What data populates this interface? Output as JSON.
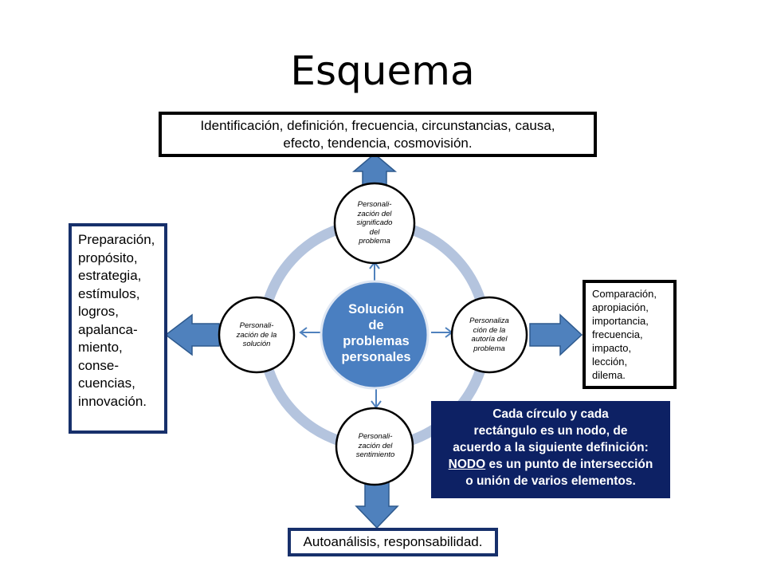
{
  "title": "Esquema",
  "center": {
    "line1": "Solución",
    "line2": "de",
    "line3": "problemas",
    "line4": "personales"
  },
  "circles": {
    "top": [
      "Personali-",
      "zación del",
      "significado",
      "del",
      "problema"
    ],
    "left": [
      "Personali-",
      "zación de la",
      "solución"
    ],
    "right": [
      "Personaliza",
      "ción de la",
      "autoría del",
      "problema"
    ],
    "bottom": [
      "Personali-",
      "zación del",
      "sentimiento"
    ]
  },
  "boxes": {
    "top": [
      "Identificación, definición,  frecuencia, circunstancias, causa,",
      "efecto, tendencia, cosmovisión."
    ],
    "left": [
      "Preparación,",
      "propósito,",
      "estrategia,",
      "estímulos,",
      "logros,",
      "apalanca-",
      "miento,",
      "conse-",
      "cuencias,",
      "innovación."
    ],
    "right": [
      "Comparación,",
      "apropiación,",
      "importancia,",
      "frecuencia,",
      "impacto,",
      "lección,",
      "dilema."
    ],
    "bottom": "Autoanálisis, responsabilidad."
  },
  "note": {
    "line1": "Cada círculo y cada",
    "line2": "rectángulo es un nodo,  de",
    "line3": "acuerdo a la siguiente definición:",
    "line4_term": "NODO",
    "line4_rest": " es un punto de intersección",
    "line5": "o unión de varios elementos."
  },
  "colors": {
    "ring": "#b4c4de",
    "center_fill": "#4a7fc1",
    "arrow_fill": "#4f81bd",
    "arrow_stroke": "#2e5a8e",
    "note_bg": "#0d2164",
    "left_box_border": "#17306b"
  }
}
